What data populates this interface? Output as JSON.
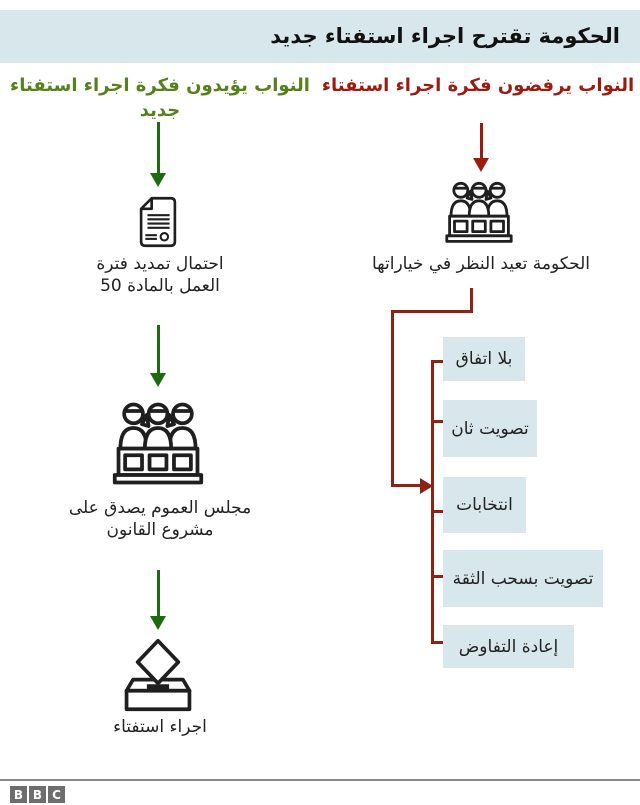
{
  "header": {
    "title": "الحكومة تقترح اجراء استفتاء جديد"
  },
  "right_column": {
    "heading": "النواب يرفضون فكرة اجراء استفتاء",
    "caption": "الحكومة تعيد النظر في خياراتها",
    "options": [
      "بلا اتفاق",
      "تصويت ثان",
      "انتخابات",
      "تصويت بسحب الثقة",
      "إعادة التفاوض"
    ]
  },
  "left_column": {
    "heading_line1": "النواب يؤيدون فكرة اجراء استفتاء",
    "heading_line2": "جديد",
    "step1_line1": "احتمال تمديد فترة",
    "step1_line2": "العمل بالمادة 50",
    "step2_line1": "مجلس العموم يصدق على",
    "step2_line2": "مشروع القانون",
    "step3_caption": "اجراء استفتاء"
  },
  "footer": {
    "logo_letters": {
      "b1": "B",
      "b2": "B",
      "c": "C"
    }
  },
  "colors": {
    "header_bg": "#d8e7ec",
    "option_box_bg": "#d8e7ec",
    "reject_red": "#9a1c10",
    "support_green": "#56801a",
    "arrow_green": "#1d6a10",
    "bracket_red": "#8f2313",
    "icon_stroke": "#1f1f1f",
    "bbc_gray": "#6e6e6e"
  }
}
